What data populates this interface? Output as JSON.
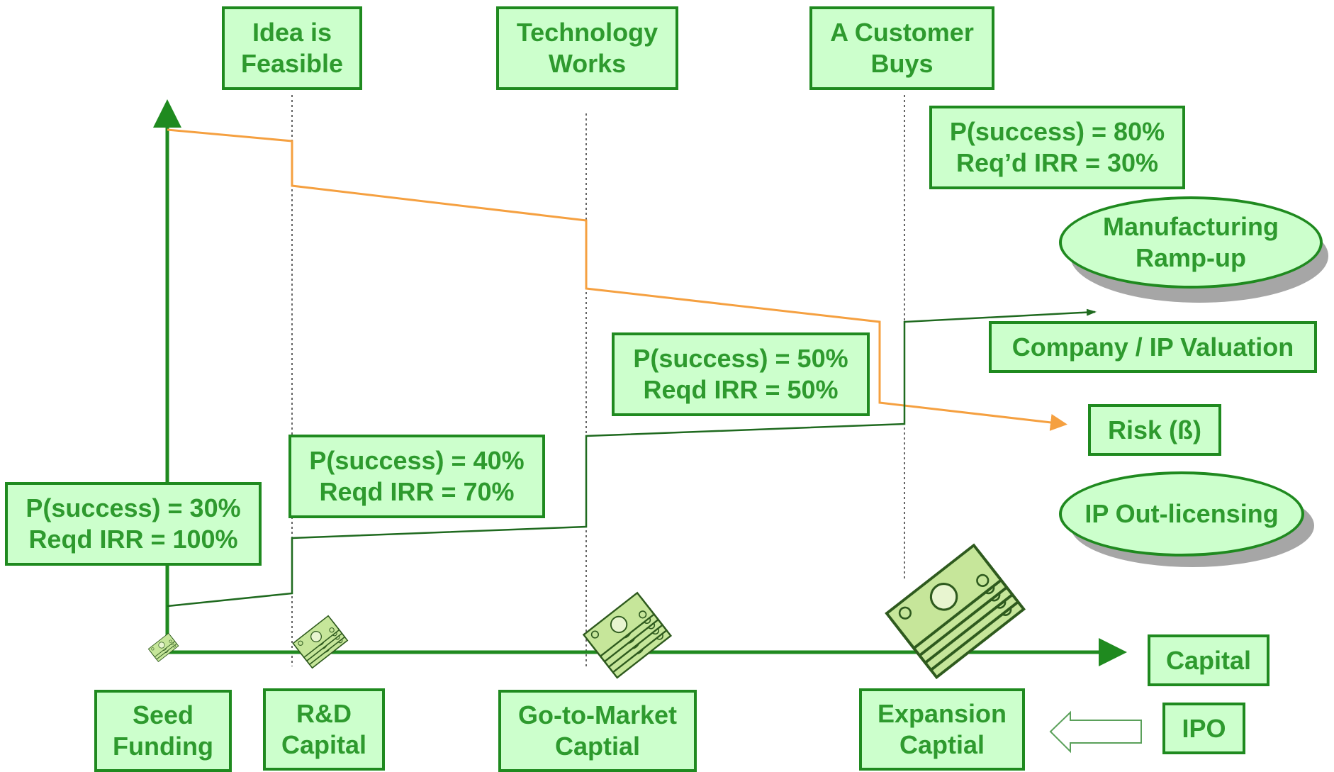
{
  "milestones": {
    "idea": [
      "Idea is",
      "Feasible"
    ],
    "tech": [
      "Technology",
      "Works"
    ],
    "customer": [
      "A Customer",
      "Buys"
    ]
  },
  "stages": {
    "seed": {
      "line1": "P(success) = 30%",
      "line2": "Reqd IRR = 100%"
    },
    "rnd": {
      "line1": "P(success) = 40%",
      "line2": "Reqd IRR = 70%"
    },
    "gtm": {
      "line1": "P(success) = 50%",
      "line2": "Reqd IRR = 50%"
    },
    "expansion": {
      "line1": "P(success) = 80%",
      "line2": "Req’d IRR = 30%"
    }
  },
  "outcomes": {
    "manufacturing": [
      "Manufacturing",
      "Ramp-up"
    ],
    "ip_outlicensing": "IP Out-licensing",
    "valuation": "Company / IP Valuation",
    "risk": "Risk (ß)",
    "capital": "Capital",
    "ipo": "IPO"
  },
  "funding": {
    "seed": [
      "Seed",
      "Funding"
    ],
    "rnd": [
      "R&D",
      "Capital"
    ],
    "gtm": [
      "Go-to-Market",
      "Captial"
    ],
    "expansion": [
      "Expansion",
      "Captial"
    ]
  },
  "colors": {
    "green_dark": "#1f8a1f",
    "green_text": "#2e9a2e",
    "box_fill": "#ccffcc",
    "risk_line": "#f5a040",
    "money": "#b8dc80"
  },
  "icons": [
    "money-stack-icon",
    "left-arrow-icon"
  ]
}
